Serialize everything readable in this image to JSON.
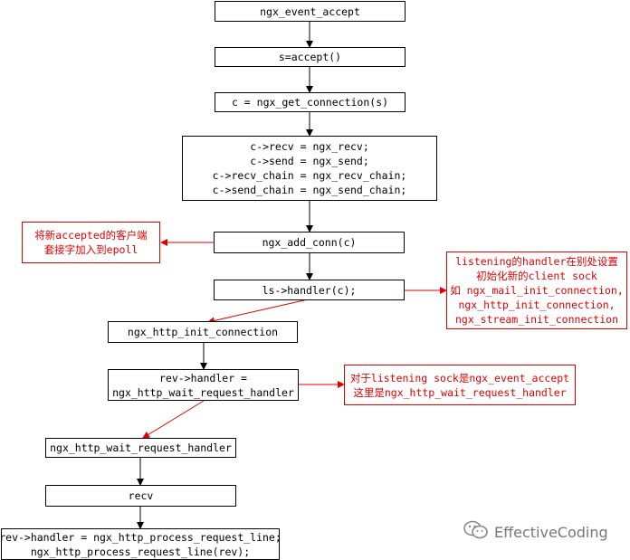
{
  "flow": {
    "ngx_event_accept": "ngx_event_accept",
    "accept": "s=accept()",
    "get_connection": "c = ngx_get_connection(s)",
    "assign_lines": [
      "c->recv = ngx_recv;",
      "c->send = ngx_send;",
      "c->recv_chain = ngx_recv_chain;",
      "c->send_chain = ngx_send_chain;"
    ],
    "add_conn": "ngx_add_conn(c)",
    "ls_handler": "ls->handler(c);",
    "http_init_connection": "ngx_http_init_connection",
    "rev_handler_lines": [
      "rev->handler =",
      "ngx_http_wait_request_handler"
    ],
    "wait_request_handler": "ngx_http_wait_request_handler",
    "recv": "recv",
    "process_lines": [
      "rev->handler = ngx_http_process_request_line;",
      "ngx_http_process_request_line(rev);"
    ]
  },
  "notes": {
    "epoll_lines": [
      "将新accepted的客户端",
      "套接字加入到epoll"
    ],
    "listening_lines": [
      "listening的handler在别处设置",
      "初始化新的client sock",
      "如 ngx_mail_init_connection,",
      "ngx_http_init_connection,",
      "ngx_stream_init_connection"
    ],
    "wait_lines": [
      "对于listening sock是ngx_event_accept",
      "这里是ngx_http_wait_request_handler"
    ]
  },
  "watermark": {
    "text": "EffectiveCoding",
    "icon": "wechat-icon"
  },
  "colors": {
    "line": "#000000",
    "note": "#e00000"
  }
}
